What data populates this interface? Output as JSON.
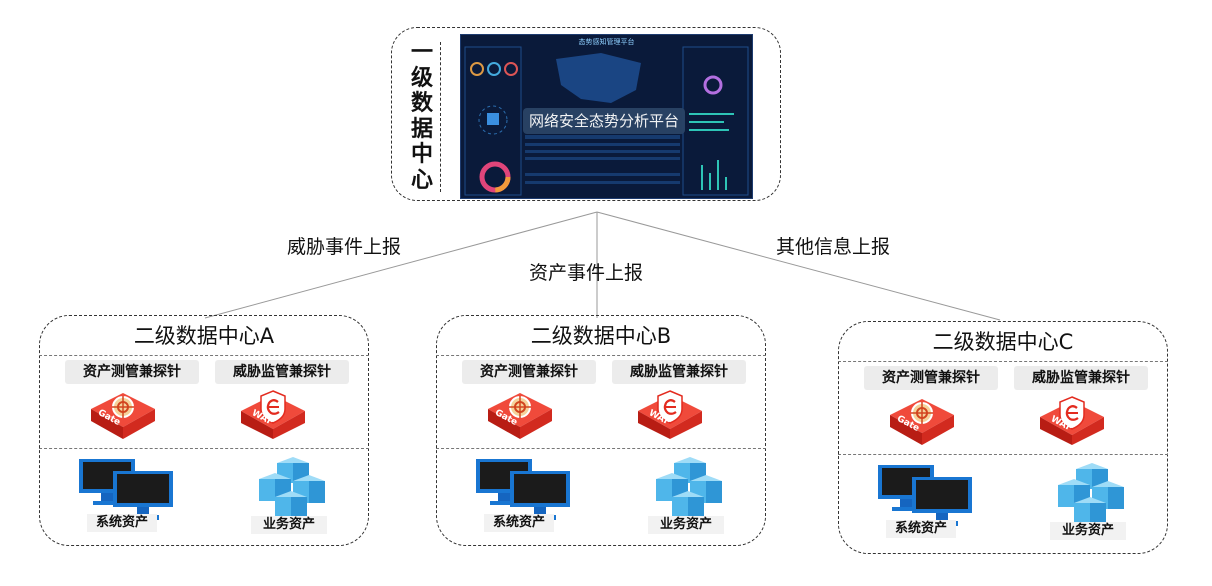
{
  "top": {
    "title_chars": [
      "一",
      "级",
      "数",
      "据",
      "中",
      "心"
    ],
    "dashboard": {
      "header": "态势感知管理平台",
      "banner": "网络安全态势分析平台"
    }
  },
  "edges": {
    "left": "威胁事件上报",
    "middle": "资产事件上报",
    "right": "其他信息上报"
  },
  "centers": [
    {
      "title": "二级数据中心A",
      "probe_left": "资产测管兼探针",
      "probe_right": "威胁监管兼探针",
      "gate_label": "Gate",
      "waf_label": "WAF",
      "asset_left": "系统资产",
      "asset_right": "业务资产"
    },
    {
      "title": "二级数据中心B",
      "probe_left": "资产测管兼探针",
      "probe_right": "威胁监管兼探针",
      "gate_label": "Gate",
      "waf_label": "WAF",
      "asset_left": "系统资产",
      "asset_right": "业务资产"
    },
    {
      "title": "二级数据中心C",
      "probe_left": "资产测管兼探针",
      "probe_right": "威胁监管兼探针",
      "gate_label": "Gate",
      "waf_label": "WAF",
      "asset_left": "系统资产",
      "asset_right": "业务资产"
    }
  ],
  "colors": {
    "probe_red": "#e32b1f",
    "screen_blue": "#1976d2",
    "server_blue": "#4fb6ea",
    "dash_bg": "#0a1a3a"
  }
}
